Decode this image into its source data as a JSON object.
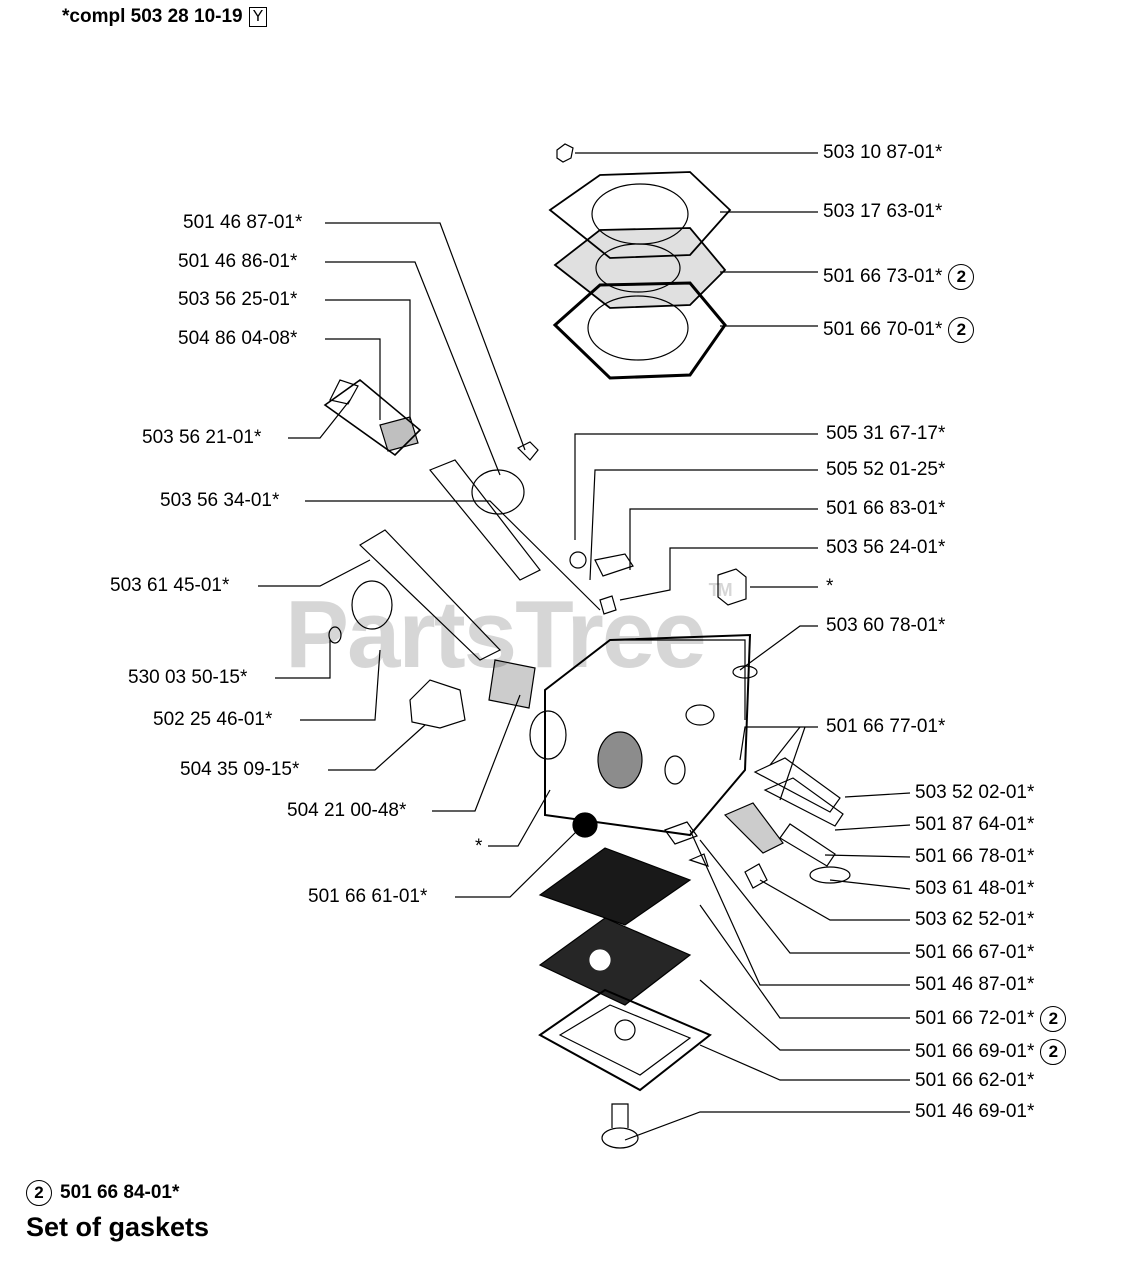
{
  "header": {
    "assembly_text": "*compl 503 28 10-19",
    "variant_box": "Y"
  },
  "watermark": {
    "text": "PartsTree",
    "tm": "TM"
  },
  "labels": {
    "r1": "503 10 87-01*",
    "r2": "503 17 63-01*",
    "r3": "501 66 73-01*",
    "r4": "501 66 70-01*",
    "r5": "505 31 67-17*",
    "r6": "505 52 01-25*",
    "r7": "501 66 83-01*",
    "r8": "503 56 24-01*",
    "r9": "*",
    "r10": "503 60 78-01*",
    "r11": "501 66 77-01*",
    "r12": "503 52 02-01*",
    "r13": "501 87 64-01*",
    "r14": "501 66 78-01*",
    "r15": "503 61 48-01*",
    "r16": "503 62 52-01*",
    "r17": "501 66 67-01*",
    "r18": "501 46 87-01*",
    "r19": "501 66 72-01*",
    "r20": "501 66 69-01*",
    "r21": "501 66 62-01*",
    "r22": "501 46 69-01*",
    "l1": "501 46 87-01*",
    "l2": "501 46 86-01*",
    "l3": "503 56 25-01*",
    "l4": "504 86 04-08*",
    "l5": "503 56 21-01*",
    "l6": "503 56 34-01*",
    "l7": "503 61 45-01*",
    "l8": "530 03 50-15*",
    "l9": "502 25 46-01*",
    "l10": "504 35 09-15*",
    "l11": "504 21 00-48*",
    "l12": "*",
    "l13": "501 66 61-01*"
  },
  "badge_number": "2",
  "footer": {
    "kit_number": "501 66 84-01*",
    "kit_title": "Set of gaskets"
  },
  "icons": [
    "callout-circle-icon"
  ]
}
